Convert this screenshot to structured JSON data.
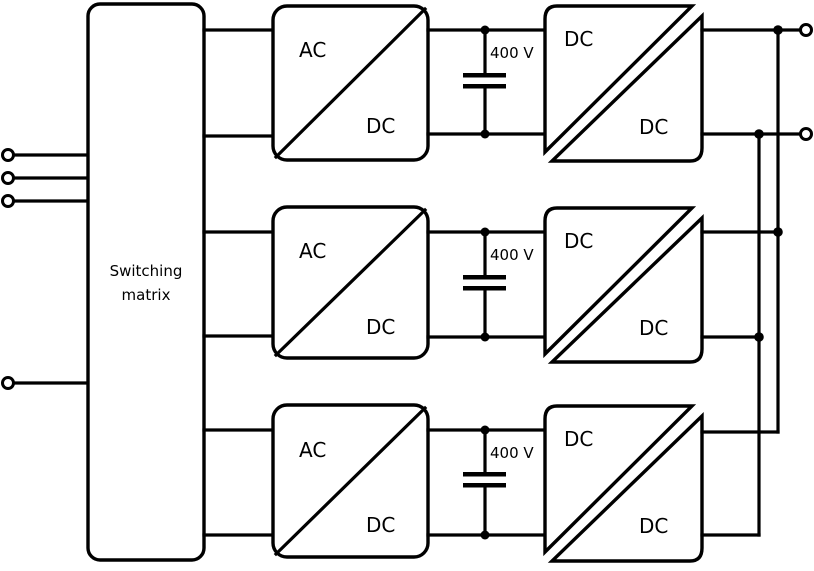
{
  "diagram": {
    "type": "power-electronics-block-diagram",
    "switching_matrix": {
      "label_line1": "Switching",
      "label_line2": "matrix"
    },
    "inputs": {
      "count": 4,
      "grouping": [
        "three-phase (3 terminals)",
        "single (1 terminal)"
      ]
    },
    "stages": [
      {
        "ac_dc": {
          "input_label": "AC",
          "output_label": "DC"
        },
        "dc_link": {
          "voltage_label": "400 V"
        },
        "dc_dc": {
          "input_label": "DC",
          "output_label": "DC"
        }
      },
      {
        "ac_dc": {
          "input_label": "AC",
          "output_label": "DC"
        },
        "dc_link": {
          "voltage_label": "400 V"
        },
        "dc_dc": {
          "input_label": "DC",
          "output_label": "DC"
        }
      },
      {
        "ac_dc": {
          "input_label": "AC",
          "output_label": "DC"
        },
        "dc_link": {
          "voltage_label": "400 V"
        },
        "dc_dc": {
          "input_label": "DC",
          "output_label": "DC"
        }
      }
    ],
    "outputs": {
      "count": 2,
      "note": "All DC/DC outputs connected in parallel to a common output pair"
    },
    "colors": {
      "line": "#000000",
      "background": "#ffffff"
    }
  }
}
